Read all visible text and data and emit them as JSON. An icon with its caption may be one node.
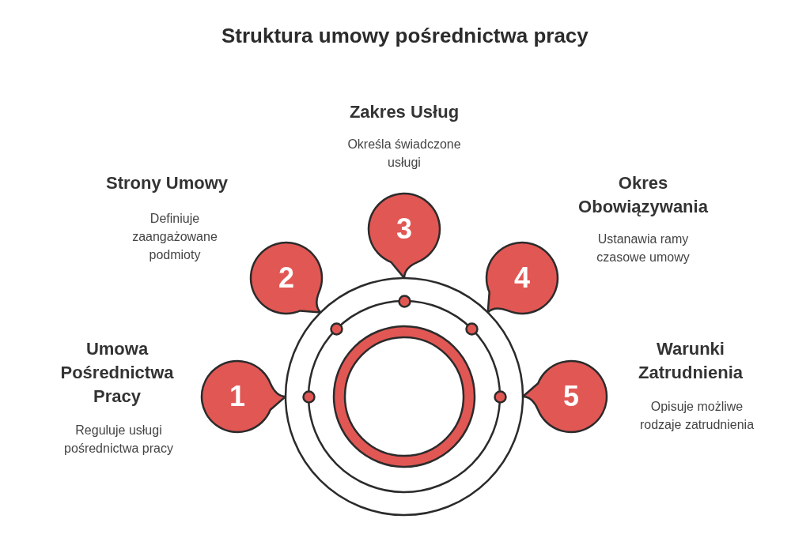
{
  "diagram": {
    "title": "Struktura umowy pośrednictwa pracy",
    "nodes": [
      {
        "text": [
          "1"
        ],
        "beside": [
          "Umowa Pośrednictwa Pracy",
          "Reguluje usługi pośrednictwa pracy"
        ]
      },
      {
        "text": [
          "2"
        ],
        "beside": [
          "Strony Umowy",
          "Definiuje zaangażowane podmioty"
        ]
      },
      {
        "text": [
          "3"
        ],
        "beside": [
          "Zakres Usług",
          "Określa świadczone usługi"
        ]
      },
      {
        "text": [
          "4"
        ],
        "beside": [
          "Okres Obowiązywania",
          "Ustanawia ramy czasowe umowy"
        ]
      },
      {
        "text": [
          "5"
        ],
        "beside": [
          "Warunki Zatrudnienia",
          "Opisuje możliwe rodzaje zatrudnienia"
        ]
      }
    ],
    "edges": []
  }
}
